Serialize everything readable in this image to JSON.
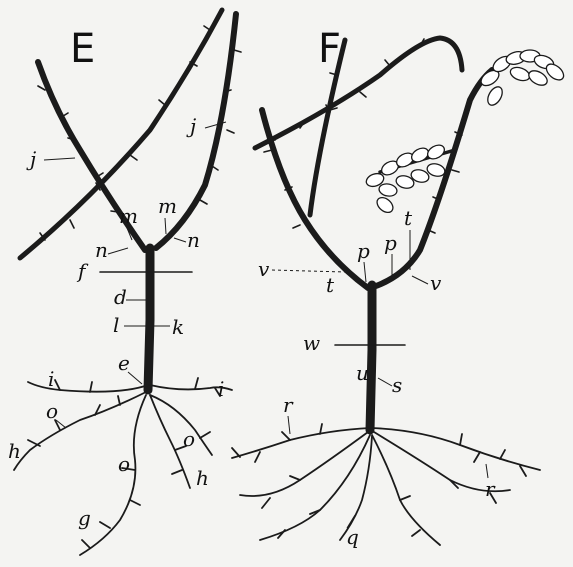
{
  "panels": [
    {
      "title": "E",
      "labels": [
        "j",
        "j",
        "m",
        "m",
        "n",
        "n",
        "f",
        "d",
        "l",
        "k",
        "e",
        "i",
        "i",
        "o",
        "o",
        "o",
        "h",
        "h",
        "g"
      ]
    },
    {
      "title": "F",
      "labels": [
        "p",
        "p",
        "t",
        "t",
        "v",
        "v",
        "w",
        "u",
        "s",
        "r",
        "r",
        "q"
      ]
    }
  ]
}
